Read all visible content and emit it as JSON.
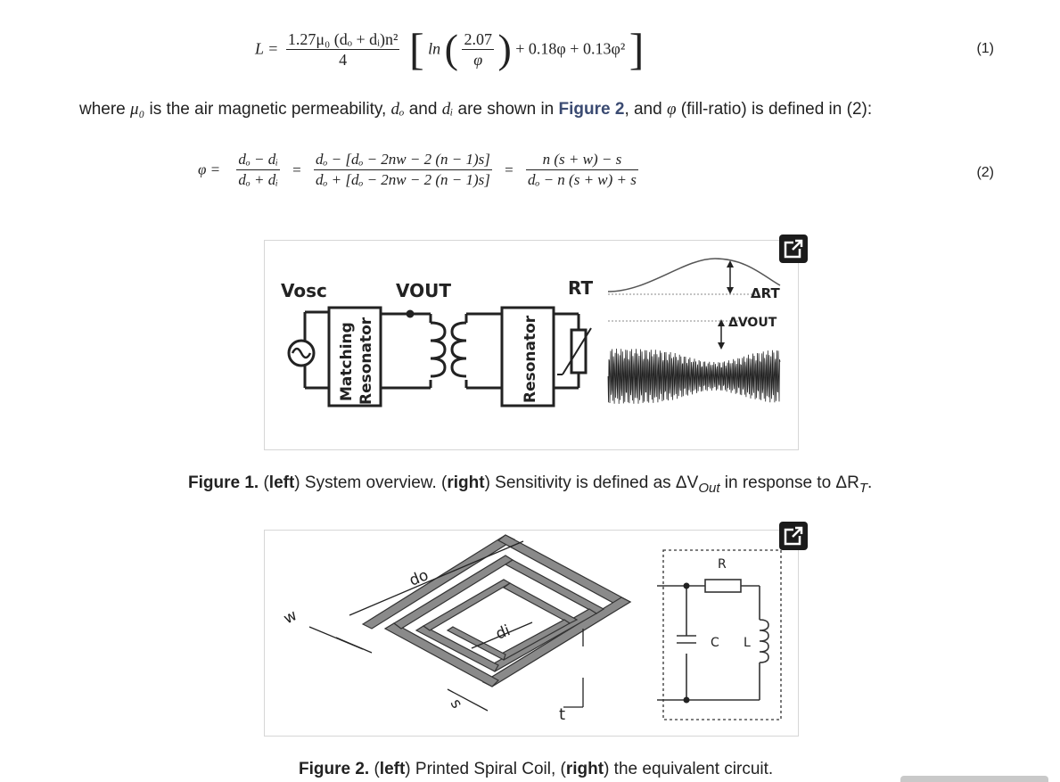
{
  "equations": {
    "eq1": {
      "lhs": "L =",
      "frac_num": "1.27μ₀ (dₒ + dᵢ)n²",
      "frac_den": "4",
      "ln": "ln",
      "inner_num": "2.07",
      "inner_den": "φ",
      "tail": "+ 0.18φ + 0.13φ²",
      "number": "(1)"
    },
    "eq2": {
      "lhs": "φ =",
      "f1_num": "dₒ − dᵢ",
      "f1_den": "dₒ + dᵢ",
      "eq": "=",
      "f2_num": "dₒ − [dₒ − 2nw − 2 (n − 1)s]",
      "f2_den": "dₒ + [dₒ − 2nw − 2 (n − 1)s]",
      "f3_num": "n (s + w) − s",
      "f3_den": "dₒ − n (s + w) + s",
      "number": "(2)"
    }
  },
  "paragraph": {
    "t1": "where ",
    "mu": "μ₀",
    "t2": " is the air magnetic permeability, ",
    "do": "dₒ",
    "t3": " and ",
    "di": "dᵢ",
    "t4": " are shown in ",
    "link": "Figure 2",
    "t5": ", and ",
    "phi": "φ",
    "t6": " (fill-ratio) is defined in (2):"
  },
  "figure1": {
    "labels": {
      "vosc": "Vosc",
      "vout": "VOUT",
      "rt": "RT",
      "matching": "Matching",
      "resonator": "Resonator",
      "resonator2": "Resonator",
      "delta_rt": "ΔRT",
      "delta_vout": "ΔVOUT"
    },
    "caption": {
      "label": "Figure 1.",
      "p1": " (",
      "left": "left",
      "p2": ") System overview. (",
      "right": "right",
      "p3": ") Sensitivity is defined as ΔV",
      "sub1": "Out",
      "p4": " in response to ΔR",
      "sub2": "T",
      "p5": "."
    }
  },
  "figure2": {
    "labels": {
      "do": "do",
      "di": "di",
      "w": "w",
      "s": "s",
      "t": "t",
      "r": "R",
      "c": "C",
      "l": "L"
    },
    "caption": {
      "label": "Figure 2.",
      "p1": " (",
      "left": "left",
      "p2": ") Printed Spiral Coil, (",
      "right": "right",
      "p3": ") the equivalent circuit."
    }
  },
  "icons": {
    "expand": "expand-icon"
  }
}
